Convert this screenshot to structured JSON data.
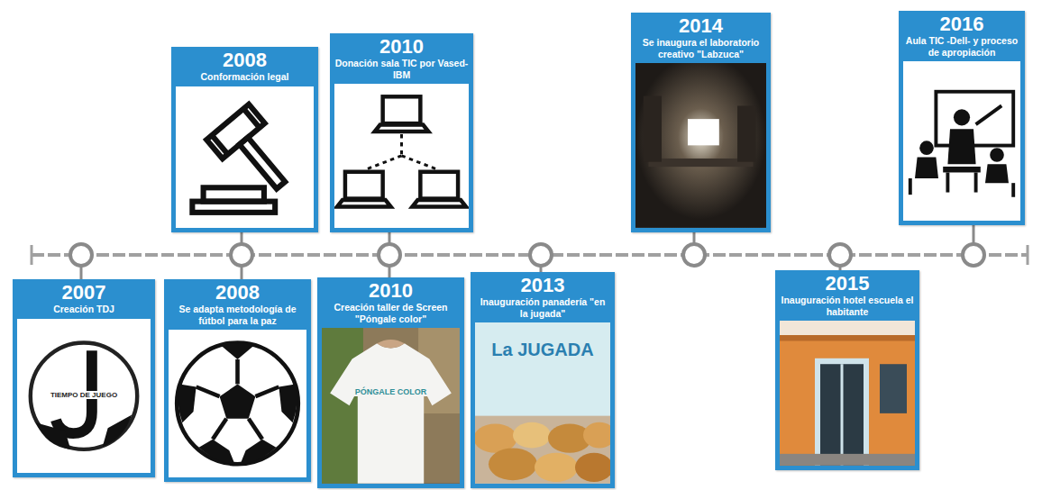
{
  "diagram": {
    "nodes": [
      {
        "text": [
          "2007",
          "Creación TDJ"
        ]
      },
      {
        "text": [
          "2008",
          "Conformación legal"
        ]
      },
      {
        "text": [
          "2008",
          "Se adapta metodología de fútbol para la paz"
        ]
      },
      {
        "text": [
          "2010",
          "Donación sala TIC por Vased-IBM"
        ]
      },
      {
        "text": [
          "2010",
          "Creación taller de Screen \"Póngale color\""
        ]
      },
      {
        "text": [
          "2013",
          "Inauguración panadería \"en la jugada\""
        ]
      },
      {
        "text": [
          "2014",
          "Se inaugura el laboratorio creativo \"Labzuca\""
        ]
      },
      {
        "text": [
          "2015",
          "Inauguración hotel escuela el habitante"
        ]
      },
      {
        "text": [
          "2016",
          "Aula TIC -Dell- y proceso de apropiación"
        ]
      }
    ],
    "labels": [
      "TIEMPO DE JUEGO",
      "PÓNGALE COLOR",
      "La JUGADA"
    ]
  }
}
